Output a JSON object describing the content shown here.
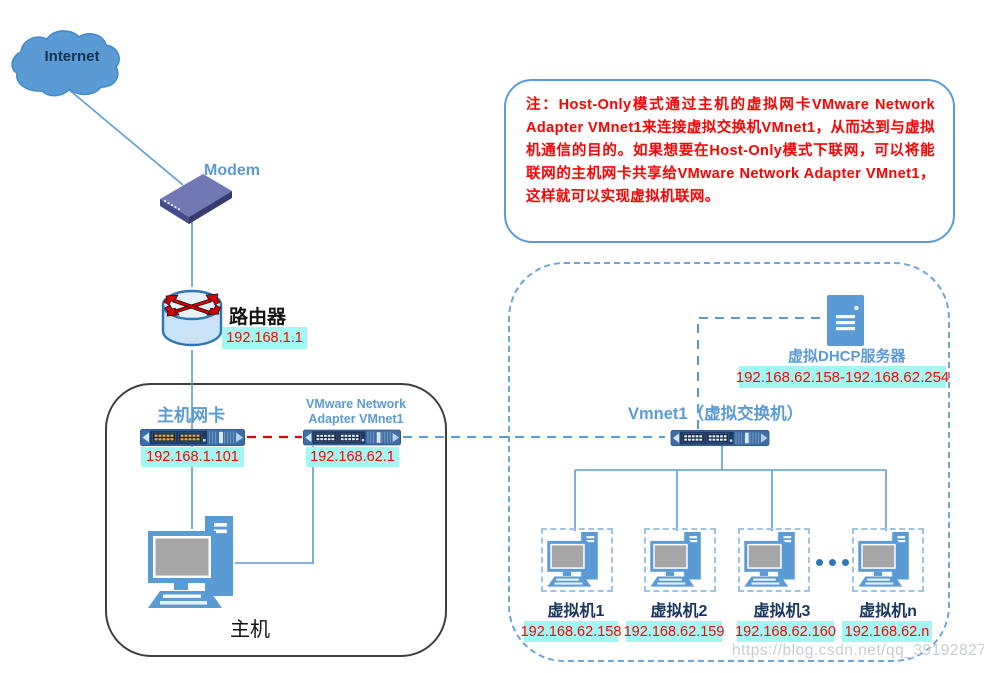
{
  "colors": {
    "accent_blue": "#5B9BD5",
    "deep_blue": "#2E75B6",
    "dark_navy": "#17375E",
    "alert_red": "#FF0000",
    "badge_cyan": "#A2F7F3"
  },
  "internet": {
    "label": "Internet"
  },
  "modem": {
    "label": "Modem"
  },
  "router": {
    "label": "路由器",
    "ip": "192.168.1.1"
  },
  "host_area": {
    "host_nic": {
      "label": "主机网卡",
      "ip": "192.168.1.101"
    },
    "vm_adapter": {
      "label": "VMware Network Adapter VMnet1",
      "ip": "192.168.62.1"
    },
    "host_pc": {
      "label": "主机"
    }
  },
  "virtual_area": {
    "switch": {
      "label": "Vmnet1（虚拟交换机）"
    },
    "dhcp_server": {
      "label": "虚拟DHCP服务器",
      "ip_range": "192.168.62.158-192.168.62.254"
    },
    "vms": [
      {
        "label": "虚拟机1",
        "ip": "192.168.62.158"
      },
      {
        "label": "虚拟机2",
        "ip": "192.168.62.159"
      },
      {
        "label": "虚拟机3",
        "ip": "192.168.62.160"
      },
      {
        "label": "虚拟机n",
        "ip": "192.168.62.n"
      }
    ]
  },
  "note": {
    "text": "注：Host-Only模式通过主机的虚拟网卡VMware Network Adapter VMnet1来连接虚拟交换机VMnet1，从而达到与虚拟机通信的目的。如果想要在Host-Only模式下联网，可以将能联网的主机网卡共享给VMware Network Adapter VMnet1，这样就可以实现虚拟机联网。"
  },
  "watermark": "https://blog.csdn.net/qq_39192827"
}
